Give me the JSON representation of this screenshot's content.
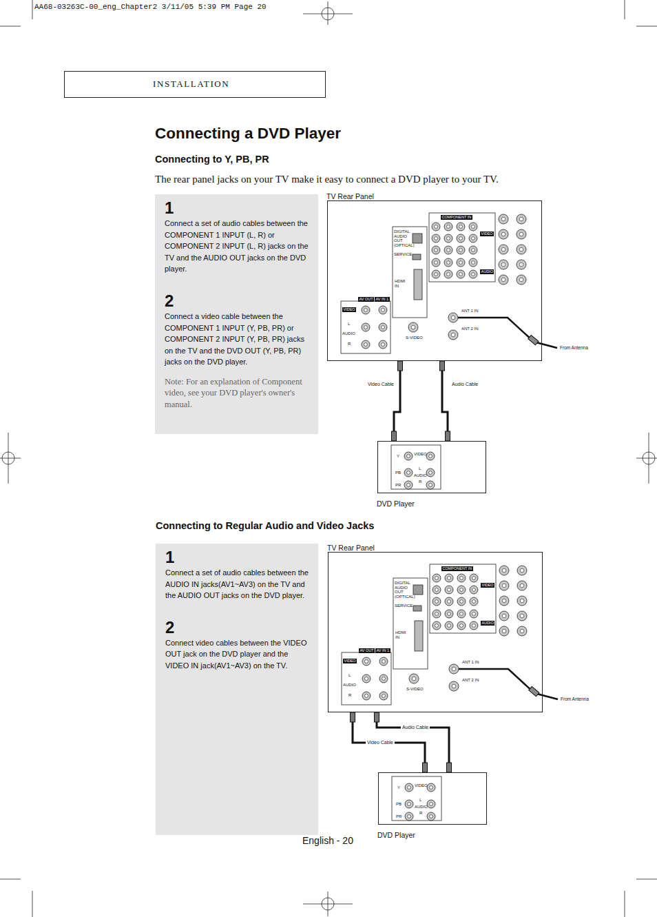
{
  "diagram": {
    "title": "Connecting a DVD Player",
    "nodes": [
      {
        "text": [
          "INSTALLATION"
        ]
      },
      {
        "text": [
          "1",
          "Connect a set of audio cables between the COMPONENT 1 INPUT (L, R) or COMPONENT 2 INPUT (L, R) jacks on the TV and the AUDIO OUT jacks on the DVD player.",
          "2",
          "Connect a video cable between the COMPONENT 1 INPUT (Y, PB, PR) or COMPONENT 2 INPUT (Y, PB, PR) jacks on the TV and the DVD OUT (Y, PB, PR) jacks on the DVD player.",
          "Note: For an explanation of Component video, see your DVD player's owner's manual."
        ]
      },
      {
        "text": [
          "TV Rear Panel"
        ]
      },
      {
        "text": [
          "DVD Player"
        ]
      },
      {
        "text": [
          "1",
          "Connect a set of audio cables between the AUDIO IN jacks(AV1~AV3) on the TV and the AUDIO OUT jacks on the DVD player.",
          "2",
          "Connect video cables between the VIDEO OUT jack on the DVD player and the VIDEO IN jack(AV1~AV3) on the TV."
        ]
      },
      {
        "text": [
          "TV Rear Panel"
        ]
      },
      {
        "text": [
          "DVD Player"
        ]
      }
    ],
    "edges": [
      {
        "from": 2,
        "to": 3,
        "label": "Video Cable",
        "arrow": "none"
      },
      {
        "from": 2,
        "to": 3,
        "label": "Audio Cable",
        "arrow": "none"
      },
      {
        "from": 5,
        "to": 6,
        "label": "Audio Cable",
        "arrow": "none"
      },
      {
        "from": 5,
        "to": 6,
        "label": "Video Cable",
        "arrow": "none"
      }
    ],
    "labels": [
      "AA68-03263C-00_eng_Chapter2 3/11/05 5:39 PM Page 20",
      "Connecting to Y, PB, PR",
      "The rear panel jacks on your TV make it easy to connect a DVD player to your TV.",
      "COMPONENT IN",
      "DIGITAL AUDIO OUT (OPTICAL)",
      "SERVICE",
      "HDMI IN",
      "AV OUT",
      "AV IN 1",
      "VIDEO",
      "L",
      "AUDIO",
      "R",
      "S-VIDEO",
      "ANT 1 IN",
      "ANT 2 IN",
      "From Antenna",
      "VIDEO",
      "AUDIO",
      "VIDEO",
      "L",
      "AUDIO",
      "R",
      "Y",
      "PB",
      "PR",
      "Connecting to Regular Audio and Video Jacks",
      "COMPONENT IN",
      "DIGITAL AUDIO OUT (OPTICAL)",
      "SERVICE",
      "HDMI IN",
      "AV OUT",
      "AV IN 1",
      "VIDEO",
      "L",
      "AUDIO",
      "R",
      "S-VIDEO",
      "ANT 1 IN",
      "ANT 2 IN",
      "From Antenna",
      "VIDEO",
      "AUDIO",
      "VIDEO",
      "L",
      "AUDIO",
      "R",
      "Y",
      "PB",
      "PR",
      "English - 20"
    ]
  }
}
